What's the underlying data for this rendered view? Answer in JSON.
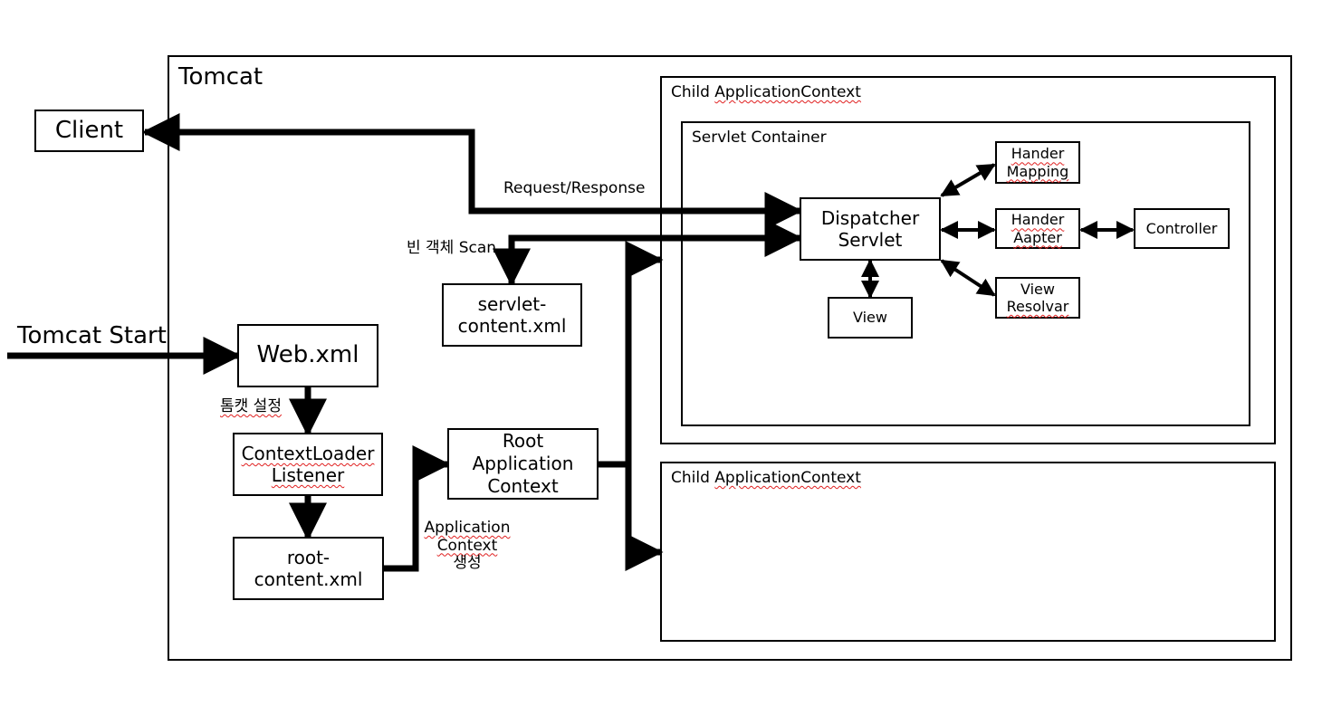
{
  "tomcat": {
    "title": "Tomcat"
  },
  "client": {
    "label": "Client"
  },
  "tomcat_start": {
    "label": "Tomcat Start"
  },
  "web_xml": {
    "label": "Web.xml"
  },
  "tomcat_config_label": "톰캣 설정",
  "context_loader_listener": {
    "line1": "ContextLoader",
    "line2": "Listener"
  },
  "root_content_xml": {
    "line1": "root-",
    "line2": "content.xml"
  },
  "app_context_create_label": {
    "line1": "Application",
    "line2": "Context",
    "line3": "생성"
  },
  "root_application_context": {
    "line1": "Root",
    "line2": "Application",
    "line3": "Context"
  },
  "servlet_content_xml": {
    "line1": "servlet-",
    "line2": "content.xml"
  },
  "bean_scan_label": "빈 객체 Scan",
  "request_response_label": "Request/Response",
  "child_context_top": {
    "prefix": "Child ",
    "name": "ApplicationContext"
  },
  "child_context_bottom": {
    "prefix": "Child ",
    "name": "ApplicationContext"
  },
  "servlet_container": {
    "title": "Servlet Container"
  },
  "dispatcher_servlet": {
    "line1": "Dispatcher",
    "line2": "Servlet"
  },
  "handler_mapping": {
    "line1": "Hander",
    "line2": "Mapping"
  },
  "handler_adapter": {
    "line1": "Hander",
    "line2": "Aapter"
  },
  "controller": {
    "label": "Controller"
  },
  "view_resolver": {
    "line1": "View",
    "line2": "Resolvar"
  },
  "view": {
    "label": "View"
  },
  "colors": {
    "line": "#000000",
    "spellcheck": "#e02020",
    "background": "#ffffff"
  }
}
